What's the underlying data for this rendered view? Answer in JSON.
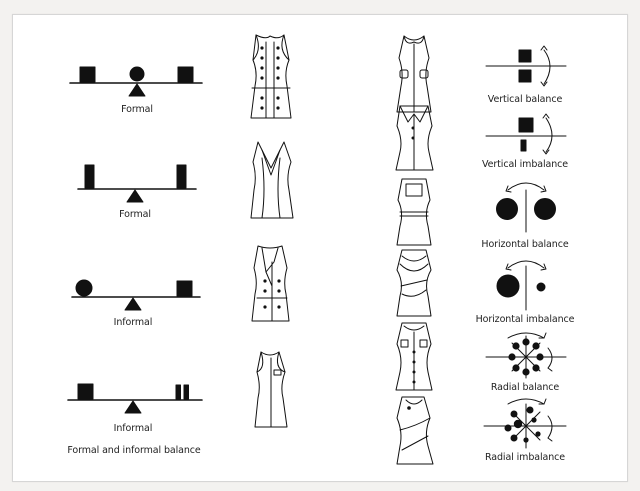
{
  "seesaws": [
    {
      "label": "Formal"
    },
    {
      "label": "Formal"
    },
    {
      "label": "Informal"
    },
    {
      "label": "Informal",
      "caption": "Formal and informal balance"
    }
  ],
  "balance_types": [
    {
      "label": "Vertical balance"
    },
    {
      "label": "Vertical imbalance"
    },
    {
      "label": "Horizontal balance"
    },
    {
      "label": "Horizontal imbalance"
    },
    {
      "label": "Radial balance"
    },
    {
      "label": "Radial imbalance"
    }
  ],
  "colors": {
    "ink": "#111111",
    "panel": "#ffffff",
    "background": "#f3f2f0"
  }
}
